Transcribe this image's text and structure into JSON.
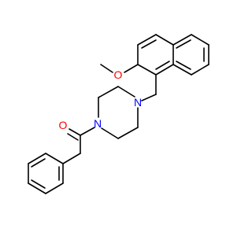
{
  "molecule": {
    "atoms": {
      "methyl_label": "O",
      "methoxy_o_label": "O",
      "piperazine_n1_label": "N",
      "piperazine_n4_label": "N",
      "carbonyl_o_label": "O"
    },
    "colors": {
      "bond": "#000000",
      "oxygen": "#ff0000",
      "nitrogen": "#0000ff",
      "background": "#ffffff"
    }
  }
}
